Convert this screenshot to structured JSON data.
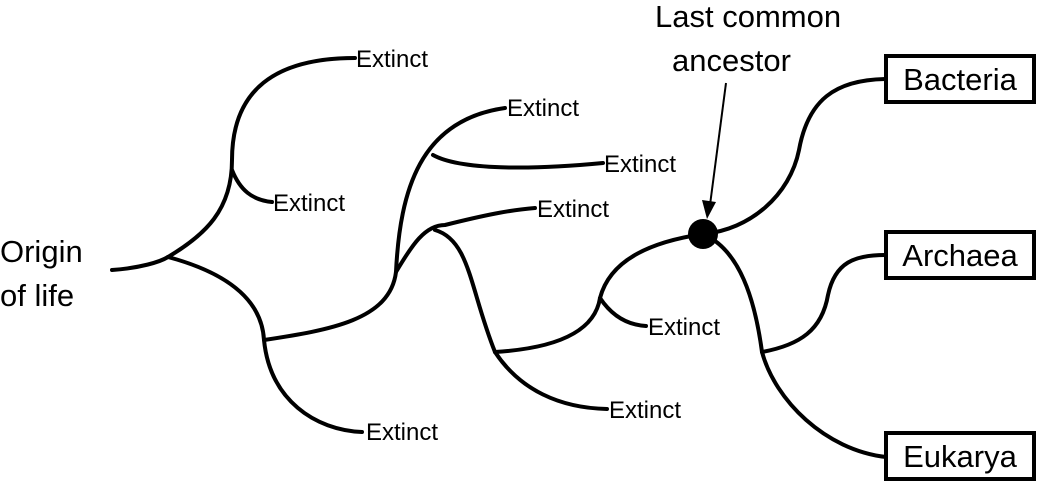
{
  "origin": {
    "line1": "Origin",
    "line2": "of life"
  },
  "ancestor": {
    "line1": "Last common",
    "line2": "ancestor"
  },
  "extinct_labels": {
    "e1": "Extinct",
    "e2": "Extinct",
    "e3": "Extinct",
    "e4": "Extinct",
    "e5": "Extinct",
    "e6": "Extinct",
    "e7": "Extinct",
    "e8": "Extinct"
  },
  "domains": {
    "bacteria": "Bacteria",
    "archaea": "Archaea",
    "eukarya": "Eukarya"
  }
}
